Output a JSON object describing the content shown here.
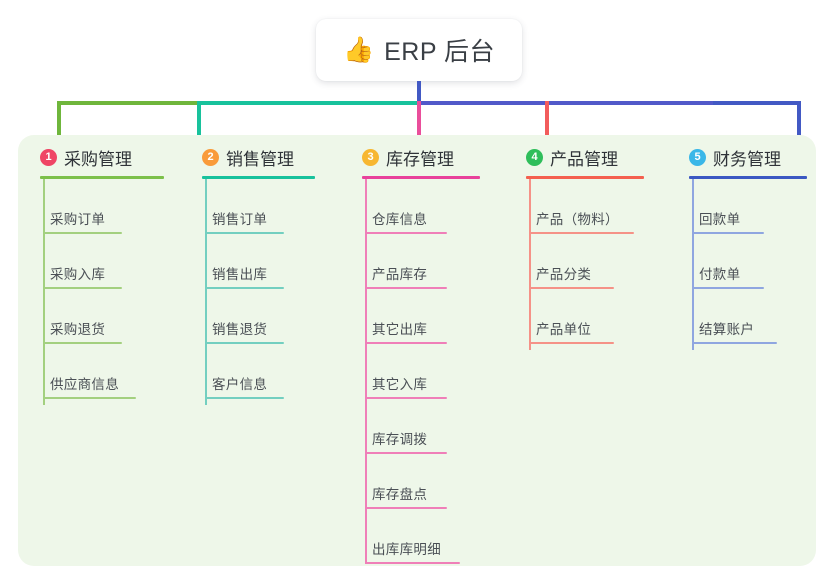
{
  "root": {
    "icon": "thumbs-up-icon",
    "emoji": "👍",
    "title": "ERP 后台"
  },
  "colors": {
    "panel_bg": "#eef7e9",
    "root_stem": "#4259c4",
    "bar_left": "#6fb63c",
    "bar_mid": "#18c29c",
    "bar_right": "#5159c9",
    "drop_1": "#6fb63c",
    "drop_2": "#18c29c",
    "drop_3": "#ea4e9b",
    "drop_4": "#f25c5c",
    "drop_5": "#4259c4",
    "text_dark": "#2f3338",
    "text_item": "#4a4f55"
  },
  "branches": [
    {
      "index": "1",
      "badge_color": "#ef4565",
      "title": "采购管理",
      "header_line_color": "#7cc04a",
      "line_color": "#a3d07f",
      "items": [
        {
          "label": "采购订单"
        },
        {
          "label": "采购入库"
        },
        {
          "label": "采购退货"
        },
        {
          "label": "供应商信息"
        }
      ]
    },
    {
      "index": "2",
      "badge_color": "#f99b3a",
      "title": "销售管理",
      "header_line_color": "#18c29c",
      "line_color": "#73cfc0",
      "items": [
        {
          "label": "销售订单"
        },
        {
          "label": "销售出库"
        },
        {
          "label": "销售退货"
        },
        {
          "label": "客户信息"
        }
      ]
    },
    {
      "index": "3",
      "badge_color": "#f7b731",
      "title": "库存管理",
      "header_line_color": "#e8429b",
      "line_color": "#ef7fb8",
      "items": [
        {
          "label": "仓库信息"
        },
        {
          "label": "产品库存"
        },
        {
          "label": "其它出库"
        },
        {
          "label": "其它入库"
        },
        {
          "label": "库存调拨"
        },
        {
          "label": "库存盘点"
        },
        {
          "label": "出库库明细"
        }
      ]
    },
    {
      "index": "4",
      "badge_color": "#2fbe5b",
      "title": "产品管理",
      "header_line_color": "#f4604f",
      "line_color": "#f59287",
      "items": [
        {
          "label": "产品（物料）"
        },
        {
          "label": "产品分类"
        },
        {
          "label": "产品单位"
        }
      ]
    },
    {
      "index": "5",
      "badge_color": "#3ab7e8",
      "title": "财务管理",
      "header_line_color": "#3b58c2",
      "line_color": "#8fa6e0",
      "items": [
        {
          "label": "回款单"
        },
        {
          "label": "付款单"
        },
        {
          "label": "结算账户"
        }
      ]
    }
  ]
}
